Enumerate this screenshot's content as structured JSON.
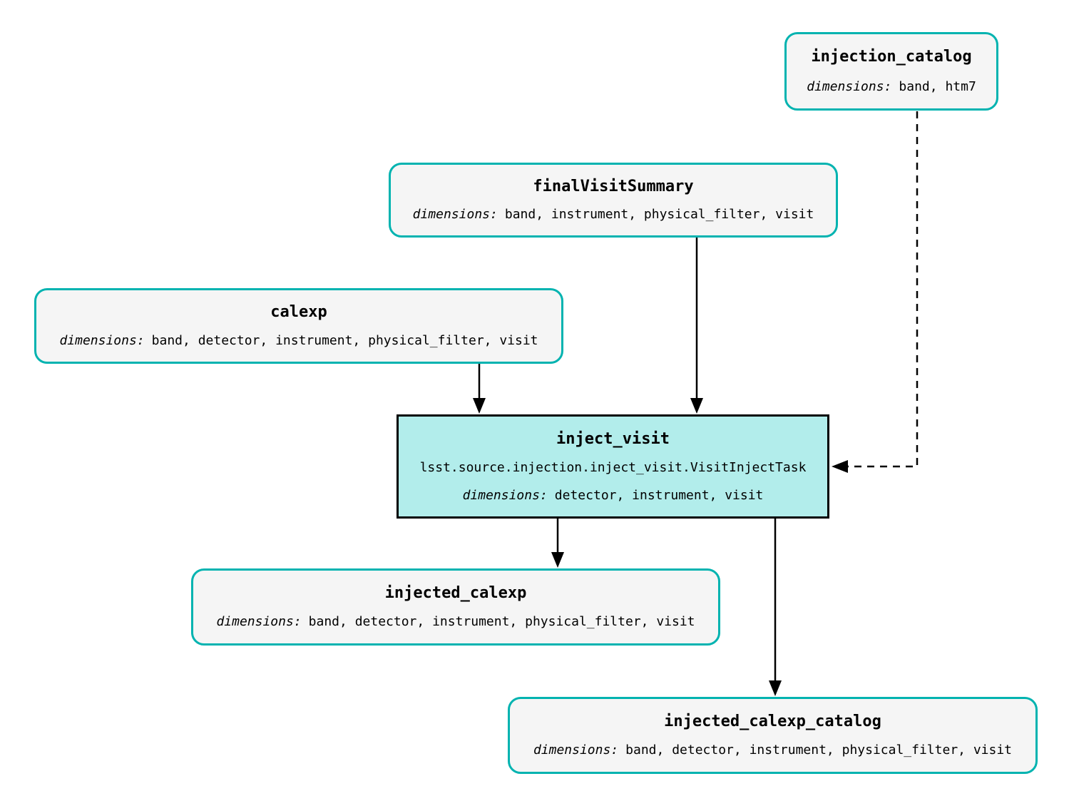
{
  "labels": {
    "dimensions": "dimensions:"
  },
  "colors": {
    "dataset_border": "#00b3b0",
    "dataset_fill": "#f5f5f5",
    "task_border": "#000000",
    "task_fill": "#b2edeb",
    "edge": "#000000",
    "background": "#ffffff",
    "text": "#000000"
  },
  "nodes": {
    "injection_catalog": {
      "type": "dataset",
      "title": "injection_catalog",
      "dims": "band, htm7"
    },
    "finalVisitSummary": {
      "type": "dataset",
      "title": "finalVisitSummary",
      "dims": "band, instrument, physical_filter, visit"
    },
    "calexp": {
      "type": "dataset",
      "title": "calexp",
      "dims": "band, detector, instrument, physical_filter, visit"
    },
    "inject_visit": {
      "type": "task",
      "title": "inject_visit",
      "task_class": "lsst.source.injection.inject_visit.VisitInjectTask",
      "dims": "detector, instrument, visit"
    },
    "injected_calexp": {
      "type": "dataset",
      "title": "injected_calexp",
      "dims": "band, detector, instrument, physical_filter, visit"
    },
    "injected_calexp_catalog": {
      "type": "dataset",
      "title": "injected_calexp_catalog",
      "dims": "band, detector, instrument, physical_filter, visit"
    }
  },
  "edges": [
    {
      "from": "calexp",
      "to": "inject_visit",
      "style": "solid"
    },
    {
      "from": "finalVisitSummary",
      "to": "inject_visit",
      "style": "solid"
    },
    {
      "from": "injection_catalog",
      "to": "inject_visit",
      "style": "dashed"
    },
    {
      "from": "inject_visit",
      "to": "injected_calexp",
      "style": "solid"
    },
    {
      "from": "inject_visit",
      "to": "injected_calexp_catalog",
      "style": "solid"
    }
  ]
}
